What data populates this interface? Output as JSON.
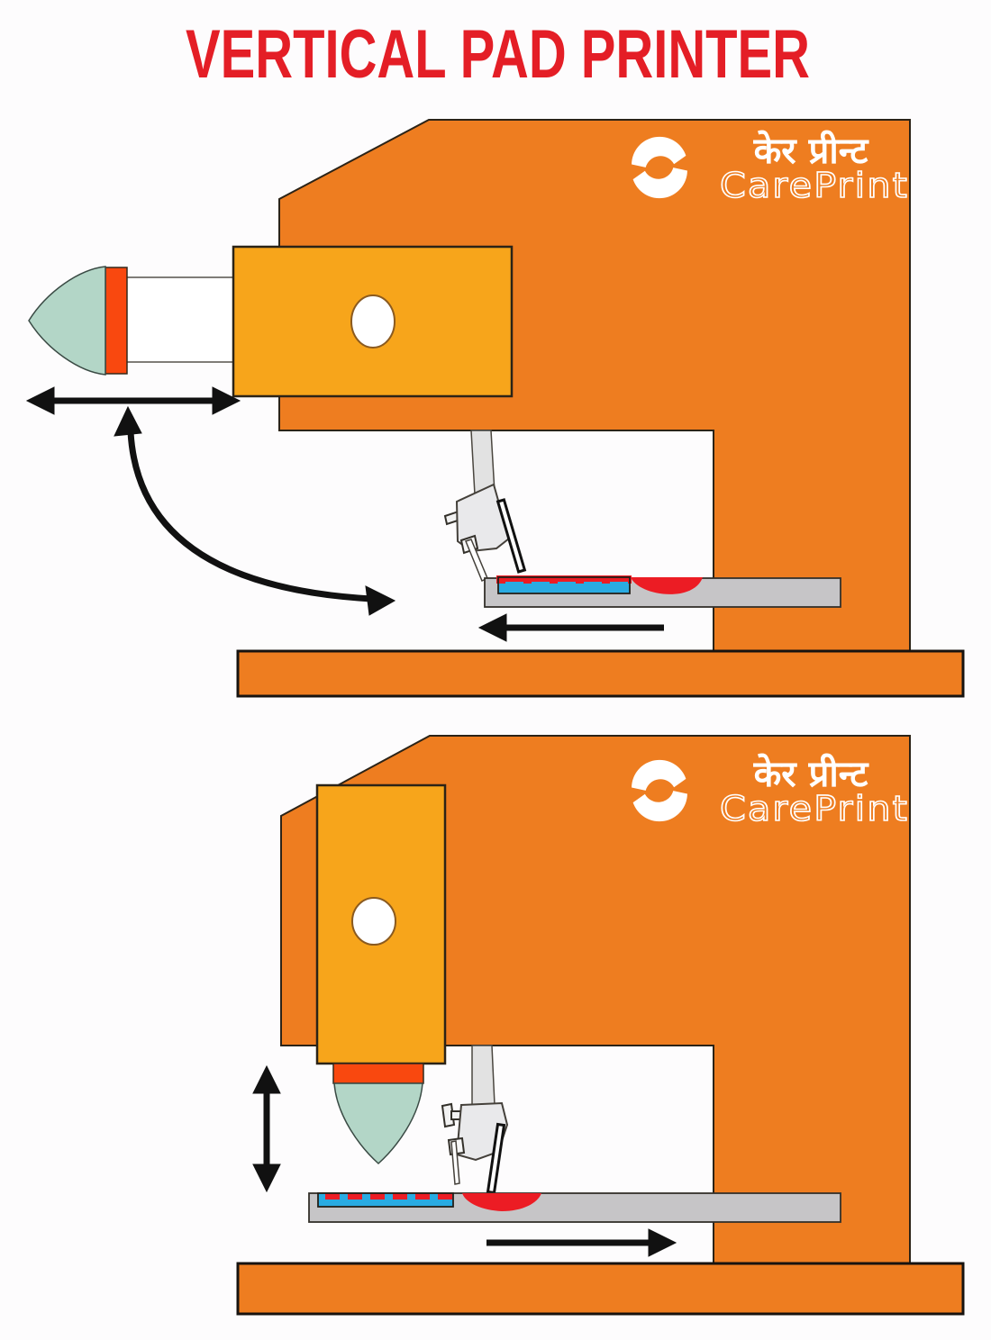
{
  "title": "VERTICAL PAD PRINTER",
  "logo": {
    "devanagari": "केर प्रीन्ट",
    "latin": "CarePrint",
    "icon": "swirl-icon"
  },
  "colors": {
    "title": "#E41E26",
    "background": "#FDFCFD",
    "machine_body": "#EE7D20",
    "machine_base": "#EE7D20",
    "pad_block": "#F7A51B",
    "pad_band": "#F9480F",
    "pad": "#B3D6C7",
    "bed": "#C6C5C7",
    "plate": "#29ABE2",
    "ink": "#EC1C24",
    "carriage": "#E9E9EB",
    "post": "#E2E2E2",
    "arrow": "#111111",
    "logo_text": "#FFFFFF"
  },
  "figures": {
    "top": {
      "arrows": [
        "left-right-double-arrow",
        "swing-down-curved-arrow",
        "bed-left-arrow"
      ]
    },
    "bottom": {
      "arrows": [
        "up-down-double-arrow",
        "bed-right-arrow"
      ]
    }
  }
}
